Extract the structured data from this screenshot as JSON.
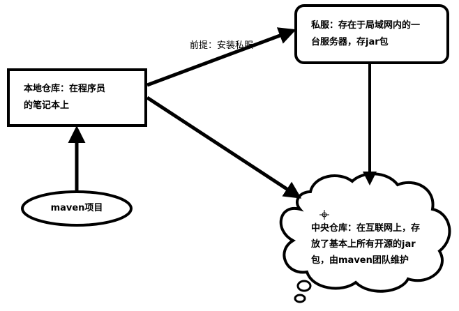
{
  "nodes": {
    "local_repo": {
      "line1": "本地仓库：在程序员",
      "line2": "的笔记本上"
    },
    "private_repo": {
      "line1": "私服：存在于局域网内的一",
      "line2": "台服务器，存jar包"
    },
    "central_repo": {
      "line1": "中央仓库：在互联网上，存",
      "line2": "放了基本上所有开源的jar",
      "line3": "包，由maven团队维护"
    },
    "maven_project": {
      "label": "maven项目"
    }
  },
  "edges": {
    "local_to_private_label": "前提：安装私服"
  },
  "colors": {
    "stroke": "#000000",
    "background": "#ffffff"
  }
}
